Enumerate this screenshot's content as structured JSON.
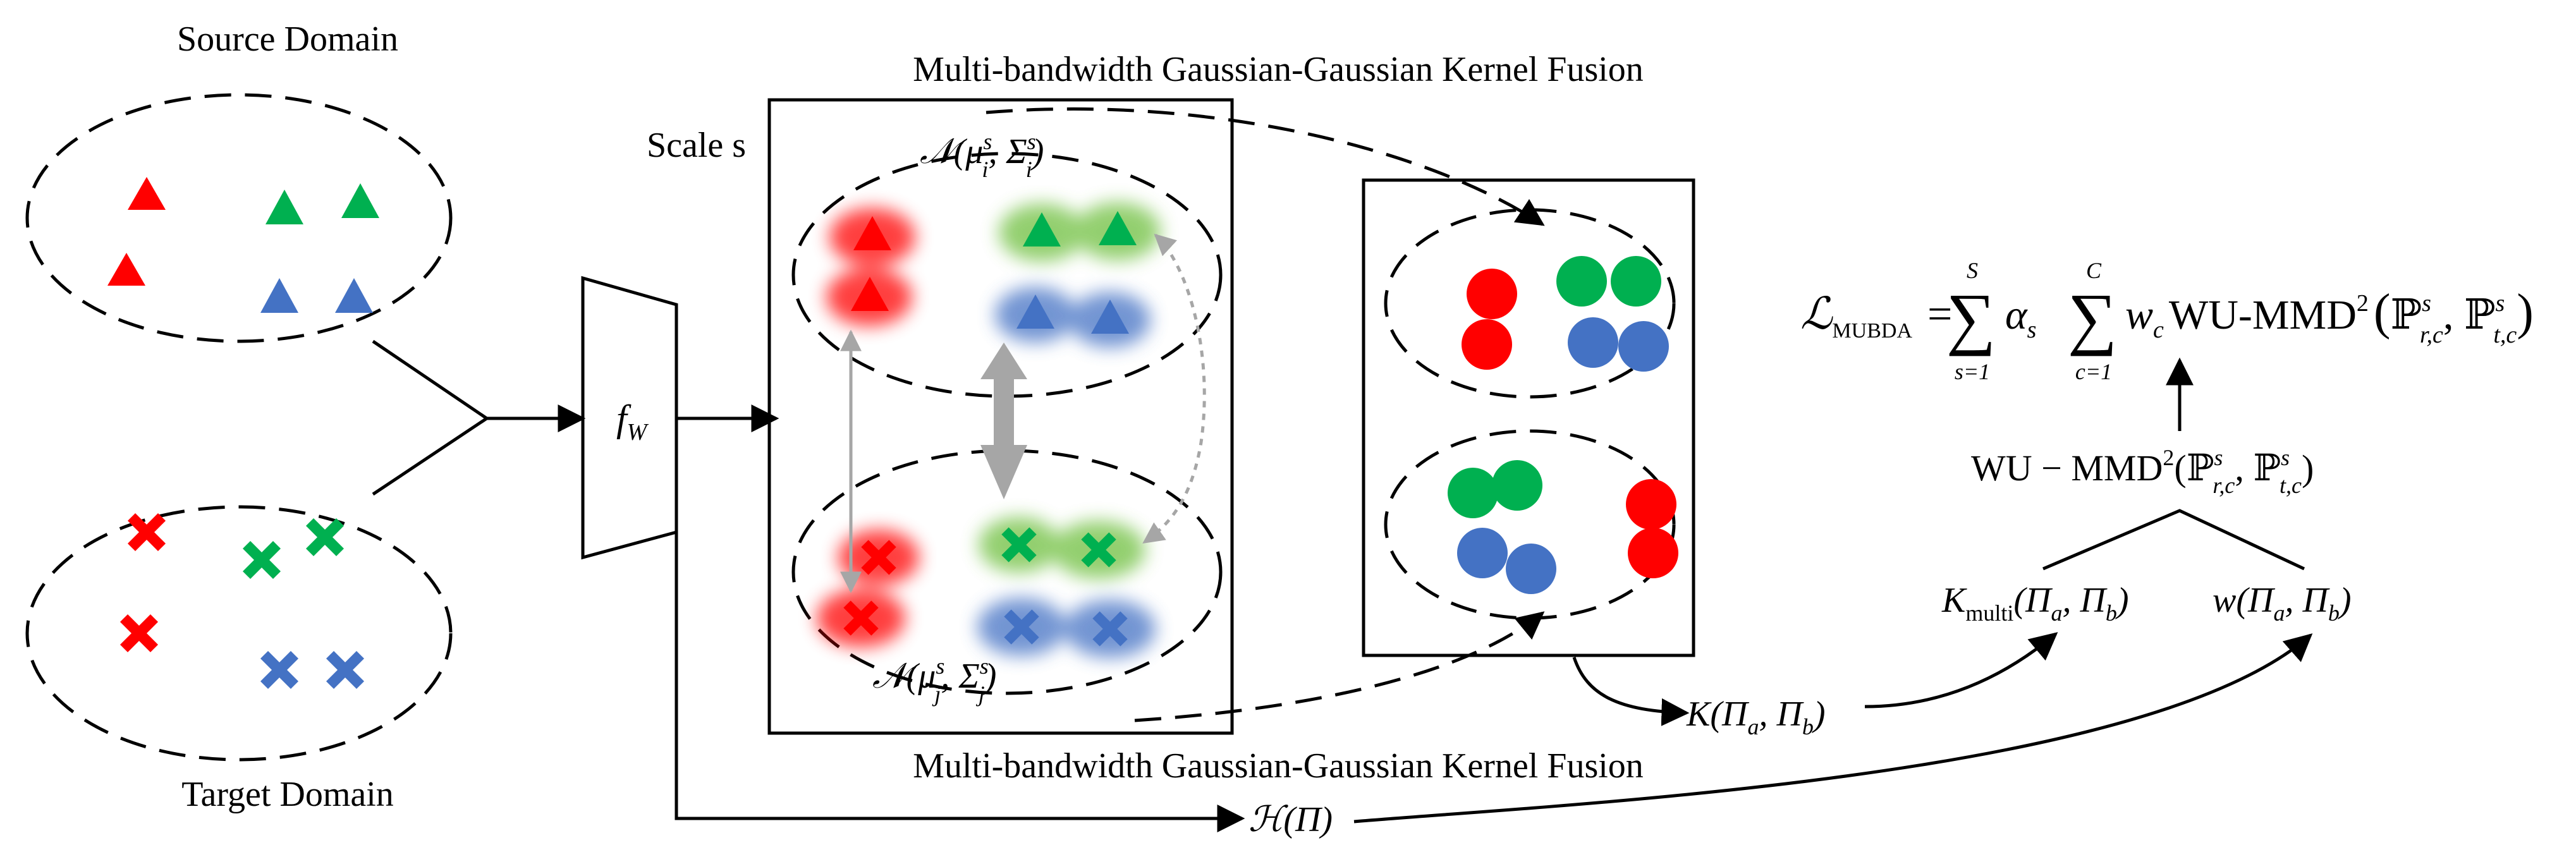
{
  "labels": {
    "source_domain": "Source Domain",
    "target_domain": "Target Domain",
    "encoder": "f",
    "encoder_sub": "W",
    "scale": "Scale s",
    "fusion_top": "Multi-bandwidth Gaussian-Gaussian Kernel Fusion",
    "fusion_bottom": "Multi-bandwidth Gaussian-Gaussian Kernel Fusion",
    "dist_source": "𝒩(μ",
    "dist_source_sup": "s",
    "dist_source_sub": "i",
    "dist_source_mid": ", Σ",
    "dist_source_sup2": "s",
    "dist_source_sub2": "i",
    "dist_source_end": ")",
    "dist_target": "𝒩(μ",
    "dist_target_sup": "s",
    "dist_target_sub": "j",
    "dist_target_mid": ", Σ",
    "dist_target_sup2": "s",
    "dist_target_sub2": "j",
    "dist_target_end": ")",
    "kernel": "K(Π",
    "kernel_a": "a",
    "kernel_mid": ", Π",
    "kernel_b": "b",
    "kernel_end": ")",
    "kmulti": "K",
    "kmulti_sub": "multi",
    "kmulti_args": "(Π",
    "kmulti_a": "a",
    "kmulti_mid": ", Π",
    "kmulti_b": "b",
    "kmulti_end": ")",
    "weight": "w(Π",
    "weight_a": "a",
    "weight_mid": ", Π",
    "weight_b": "b",
    "weight_end": ")",
    "entropy": "ℋ(Π)",
    "wummd": "WU − MMD",
    "wummd_sup": "2",
    "wummd_args": "(ℙ",
    "wummd_p1_sup": "s",
    "wummd_p1_sub": "r,c",
    "wummd_comma": ", ℙ",
    "wummd_p2_sup": "s",
    "wummd_p2_sub": "t,c",
    "wummd_end": ")",
    "loss_symbol": "ℒ",
    "loss_sub": "MUBDA",
    "loss_eq": "=",
    "sum1_top": "S",
    "sum1_bottom": "s=1",
    "alpha": "α",
    "alpha_sub": "s",
    "sum2_top": "C",
    "sum2_bottom": "c=1",
    "w": "w",
    "w_sub": "c",
    "loss_term": "WU-MMD",
    "loss_term_sup": "2",
    "loss_paren_open": "(",
    "loss_p1": "ℙ",
    "loss_p1_sup": "s",
    "loss_p1_sub": "r,c",
    "loss_p_comma": ", ℙ",
    "loss_p2_sup": "s",
    "loss_p2_sub": "t,c",
    "loss_paren_close": ")",
    "sigma": "∑"
  },
  "colors": {
    "red": "#ff0000",
    "green": "#00b050",
    "blue": "#4472c4",
    "gray": "#a6a6a6",
    "dotted": "#a6a6a6",
    "black": "#000000"
  },
  "icons": {
    "source_marker": "triangle",
    "target_marker": "cross",
    "aligned_feature": "circle"
  }
}
